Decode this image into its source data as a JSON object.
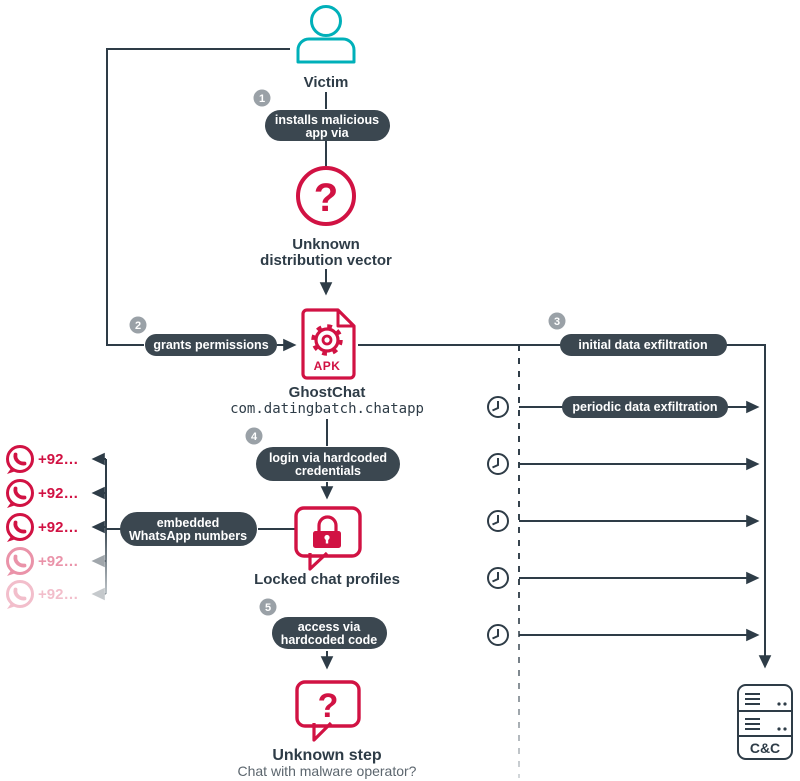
{
  "nodes": {
    "victim": {
      "label": "Victim"
    },
    "distribution": {
      "line1": "Unknown",
      "line2": "distribution vector"
    },
    "ghostchat": {
      "name": "GhostChat",
      "package": "com.datingbatch.chatapp",
      "badge": "APK"
    },
    "locked_chat": {
      "label": "Locked chat profiles"
    },
    "unknown_step": {
      "label": "Unknown step",
      "sublabel": "Chat with malware operator?"
    },
    "cnc_server": {
      "label": "C&C"
    }
  },
  "steps": {
    "s1": {
      "num": "1",
      "line1": "installs malicious",
      "line2": "app via"
    },
    "s2": {
      "num": "2",
      "line1": "grants permissions"
    },
    "s3": {
      "num": "3",
      "line1": "initial data exfiltration"
    },
    "s4": {
      "num": "4",
      "line1": "login via hardcoded",
      "line2": "credentials"
    },
    "s5": {
      "num": "5",
      "line1": "access via",
      "line2": "hardcoded code"
    }
  },
  "flows": {
    "periodic": "periodic data exfiltration",
    "embedded": {
      "line1": "embedded",
      "line2": "WhatsApp numbers"
    }
  },
  "whatsapp": {
    "numbers": [
      "+92…",
      "+92…",
      "+92…",
      "+92…",
      "+92…"
    ]
  },
  "colors": {
    "accent_teal": "#00b0b9",
    "accent_crimson": "#d11243",
    "pill_background": "#3b4750",
    "line": "#2e3c47",
    "step_badge": "#9aa1a7",
    "muted_text": "#5c666e"
  }
}
